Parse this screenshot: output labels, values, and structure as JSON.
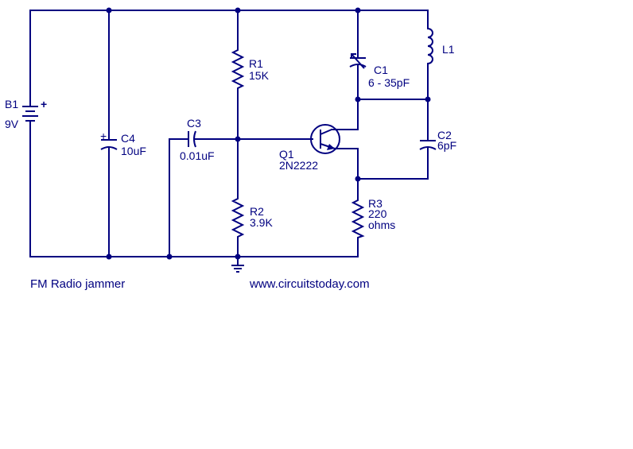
{
  "title": "FM Radio jammer",
  "website": "www.circuitstoday.com",
  "colors": {
    "ink": "#000080",
    "background": "#ffffff"
  },
  "components": {
    "b1": {
      "ref": "B1",
      "value": "9V",
      "pos_sign": "+"
    },
    "c4": {
      "ref": "C4",
      "value": "10uF",
      "pos_sign": "+"
    },
    "c3": {
      "ref": "C3",
      "value": "0.01uF"
    },
    "r1": {
      "ref": "R1",
      "value": "15K"
    },
    "r2": {
      "ref": "R2",
      "value": "3.9K"
    },
    "q1": {
      "ref": "Q1",
      "value": "2N2222"
    },
    "c1": {
      "ref": "C1",
      "value": "6 - 35pF"
    },
    "l1": {
      "ref": "L1"
    },
    "c2": {
      "ref": "C2",
      "value": "6pF"
    },
    "r3": {
      "ref": "R3",
      "value_line1": "220",
      "value_line2": "ohms"
    }
  }
}
